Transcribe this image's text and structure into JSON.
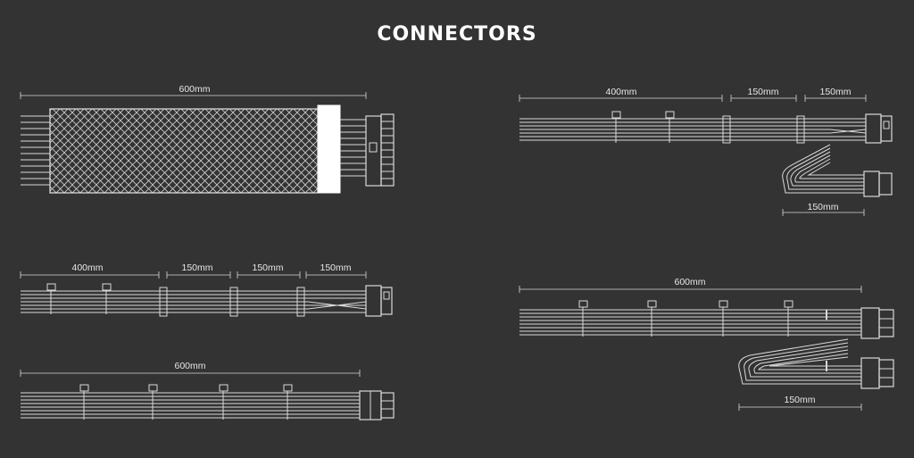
{
  "title": "CONNECTORS",
  "diagrams": {
    "atx": {
      "length": "600mm"
    },
    "eps_top": {
      "l1": "400mm",
      "l2": "150mm",
      "l3": "150mm",
      "l4": "150mm"
    },
    "sata": {
      "l1": "400mm",
      "l2": "150mm",
      "l3": "150mm",
      "l4": "150mm"
    },
    "pcie_single": {
      "length": "600mm"
    },
    "pcie_dual": {
      "length": "600mm",
      "tail": "150mm"
    }
  },
  "colors": {
    "background": "#333333",
    "line": "#d9d9d9",
    "text": "#ffffff"
  }
}
